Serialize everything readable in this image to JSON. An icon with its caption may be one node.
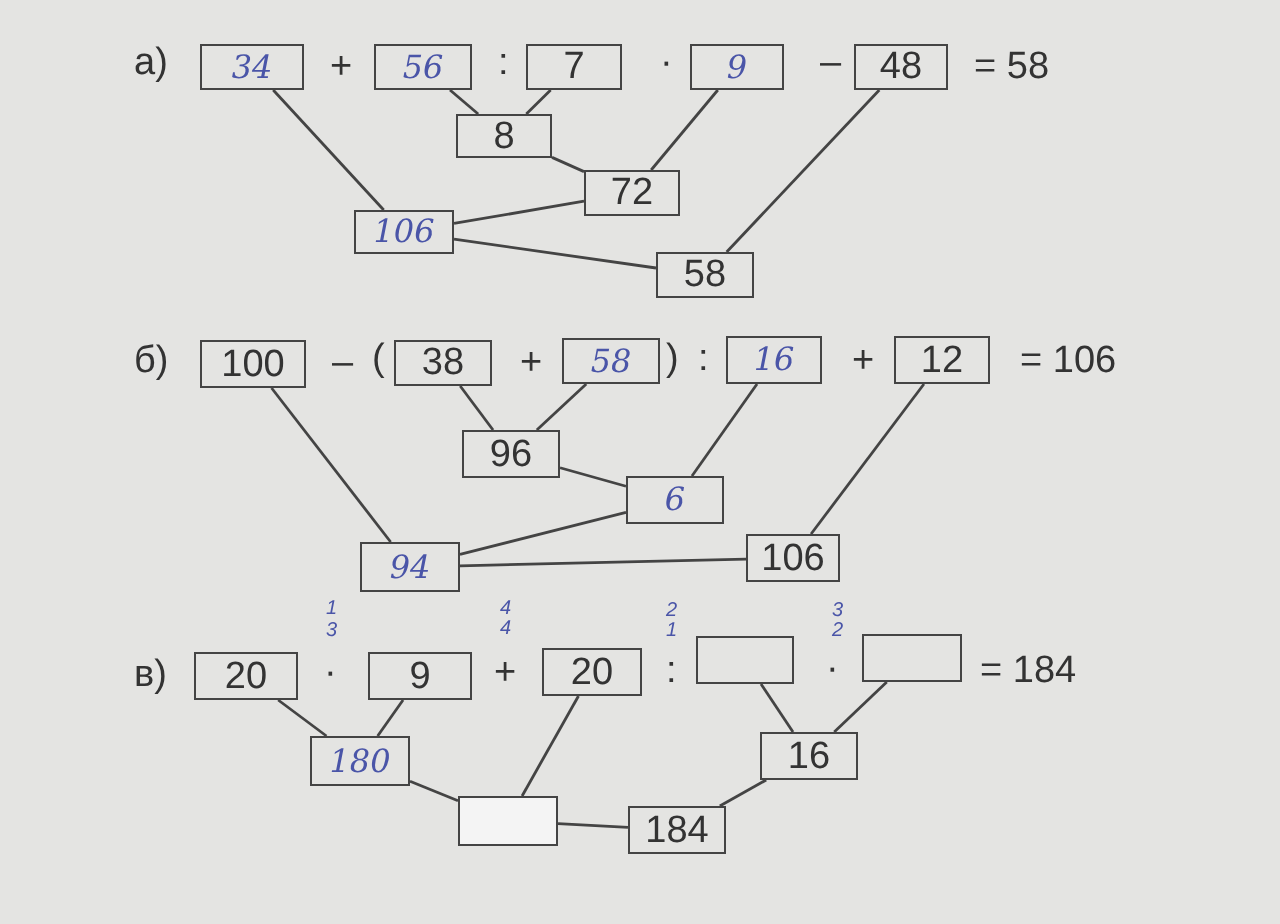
{
  "diagram": {
    "nodes": [
      {
        "text": [
          "34"
        ]
      },
      {
        "text": [
          "56"
        ]
      },
      {
        "text": [
          "7"
        ]
      },
      {
        "text": [
          "9"
        ]
      },
      {
        "text": [
          "48"
        ]
      },
      {
        "text": [
          "8"
        ]
      },
      {
        "text": [
          "72"
        ]
      },
      {
        "text": [
          "106"
        ]
      },
      {
        "text": [
          "58"
        ]
      },
      {
        "text": [
          "100"
        ]
      },
      {
        "text": [
          "38"
        ]
      },
      {
        "text": [
          "58"
        ]
      },
      {
        "text": [
          "16"
        ]
      },
      {
        "text": [
          "12"
        ]
      },
      {
        "text": [
          "96"
        ]
      },
      {
        "text": [
          "6"
        ]
      },
      {
        "text": [
          "94"
        ]
      },
      {
        "text": [
          "106"
        ]
      },
      {
        "text": [
          "20"
        ]
      },
      {
        "text": [
          "9"
        ]
      },
      {
        "text": [
          "20"
        ]
      },
      {
        "text": [],
        "shape": "box"
      },
      {
        "text": [],
        "shape": "box"
      },
      {
        "text": [
          "180"
        ]
      },
      {
        "text": [
          "16"
        ]
      },
      {
        "text": [],
        "shape": "box"
      },
      {
        "text": [
          "184"
        ]
      }
    ],
    "edges": [
      {
        "from": 1,
        "to": 5,
        "arrow": "none"
      },
      {
        "from": 2,
        "to": 5,
        "arrow": "none"
      },
      {
        "from": 5,
        "to": 6,
        "arrow": "none"
      },
      {
        "from": 3,
        "to": 6,
        "arrow": "none"
      },
      {
        "from": 0,
        "to": 7,
        "arrow": "none"
      },
      {
        "from": 6,
        "to": 7,
        "arrow": "none"
      },
      {
        "from": 7,
        "to": 8,
        "arrow": "none"
      },
      {
        "from": 4,
        "to": 8,
        "arrow": "none"
      },
      {
        "from": 10,
        "to": 14,
        "arrow": "none"
      },
      {
        "from": 11,
        "to": 14,
        "arrow": "none"
      },
      {
        "from": 14,
        "to": 15,
        "arrow": "none"
      },
      {
        "from": 12,
        "to": 15,
        "arrow": "none"
      },
      {
        "from": 9,
        "to": 16,
        "arrow": "none"
      },
      {
        "from": 15,
        "to": 16,
        "arrow": "none"
      },
      {
        "from": 16,
        "to": 17,
        "arrow": "none"
      },
      {
        "from": 13,
        "to": 17,
        "arrow": "none"
      },
      {
        "from": 18,
        "to": 23,
        "arrow": "none"
      },
      {
        "from": 19,
        "to": 23,
        "arrow": "none"
      },
      {
        "from": 21,
        "to": 24,
        "arrow": "none"
      },
      {
        "from": 22,
        "to": 24,
        "arrow": "none"
      },
      {
        "from": 23,
        "to": 25,
        "arrow": "none"
      },
      {
        "from": 20,
        "to": 25,
        "arrow": "none"
      },
      {
        "from": 25,
        "to": 26,
        "arrow": "none"
      },
      {
        "from": 24,
        "to": 26,
        "arrow": "none"
      }
    ],
    "labels": [
      "а)",
      "+",
      ":",
      "·",
      "–",
      "= 58",
      "б)",
      "–",
      "(",
      "+",
      ")",
      ":",
      "+",
      "= 106",
      "1",
      "4",
      "2",
      "3",
      "3",
      "4",
      "1",
      "2",
      "в)",
      "·",
      "+",
      ":",
      "·",
      "= 184"
    ]
  }
}
